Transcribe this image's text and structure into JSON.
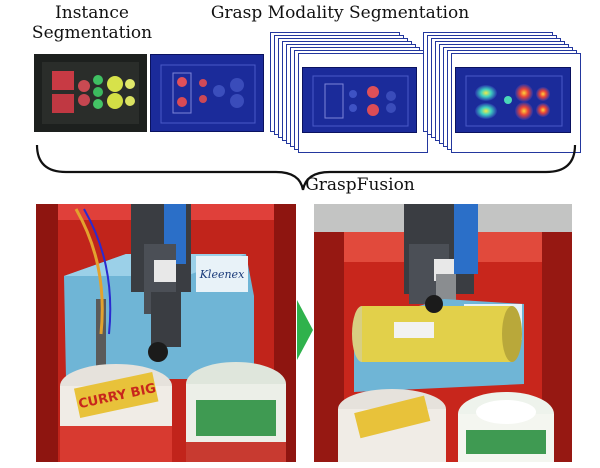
{
  "labels": {
    "instance": "Instance Segmentation",
    "grasp_modality": "Grasp Modality Segmentation",
    "grasp_fusion": "GraspFusion"
  },
  "photo_text": {
    "box_brand": "Kleenex",
    "cup_brand": "CURRY BIG"
  },
  "colors": {
    "heatmap_bg": "#1b2b9a",
    "bin_red": "#c8261c",
    "arrow_green": "#2fb24c"
  }
}
